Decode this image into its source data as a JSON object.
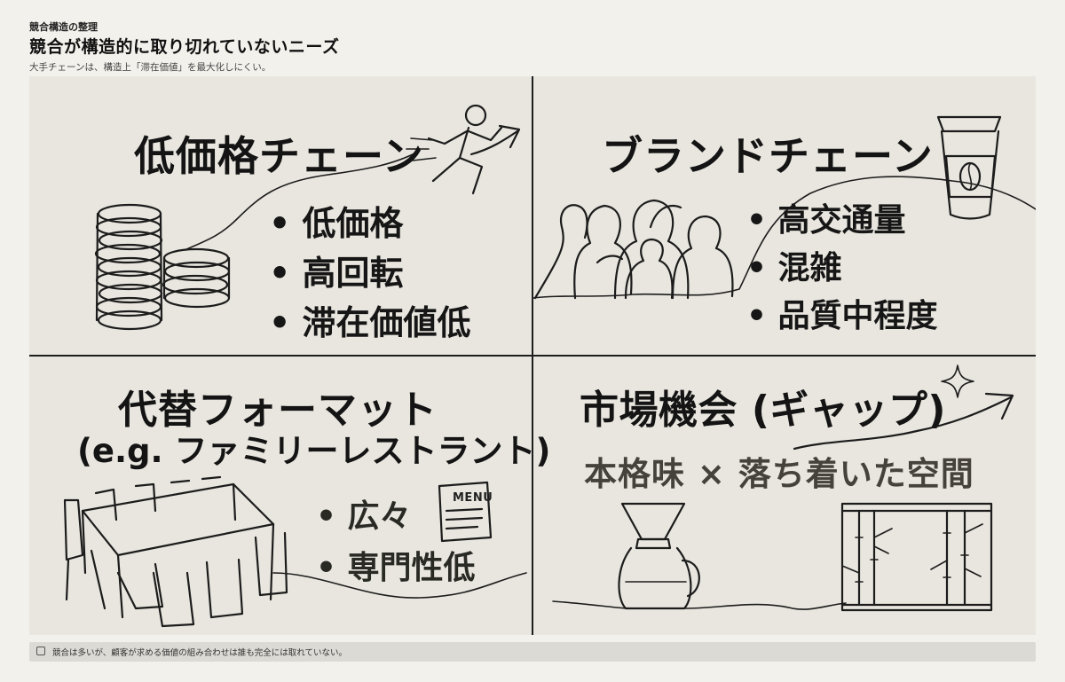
{
  "header": {
    "eyebrow": "競合構造の整理",
    "title": "競合が構造的に取り切れていないニーズ",
    "subtitle": "大手チェーンは、構造上「滞在価値」を最大化しにくい。"
  },
  "quadrants": [
    {
      "title": "低価格チェーン",
      "bullets": [
        "低価格",
        "高回転",
        "滞在価値低"
      ],
      "icons": [
        "coin-stack-icon",
        "running-man-icon",
        "arrow-icon"
      ]
    },
    {
      "title": "ブランドチェーン",
      "bullets": [
        "高交通量",
        "混雑",
        "品質中程度"
      ],
      "icons": [
        "crowd-icon",
        "coffee-cup-icon"
      ]
    },
    {
      "title": "代替フォーマット",
      "subtitle": "(e.g. ファミリーレストラント)",
      "bullets": [
        "広々",
        "専門性低"
      ],
      "menu_label": "MENU",
      "icons": [
        "dining-table-icon",
        "menu-icon"
      ]
    },
    {
      "title": "市場機会 (ギャップ)",
      "text": "本格味 × 落ち着いた空間",
      "icons": [
        "pour-over-icon",
        "bamboo-window-icon",
        "sparkle-icon",
        "arrow-icon"
      ]
    }
  ],
  "footer": {
    "icon": "note-icon",
    "text": "競合は多いが、顧客が求める価値の組み合わせは誰も完全には取れていない。"
  },
  "colors": {
    "background": "#f3f1ec",
    "panel": "#e9e6df",
    "ink": "#1b1b1b",
    "footer": "#dcdad4"
  }
}
